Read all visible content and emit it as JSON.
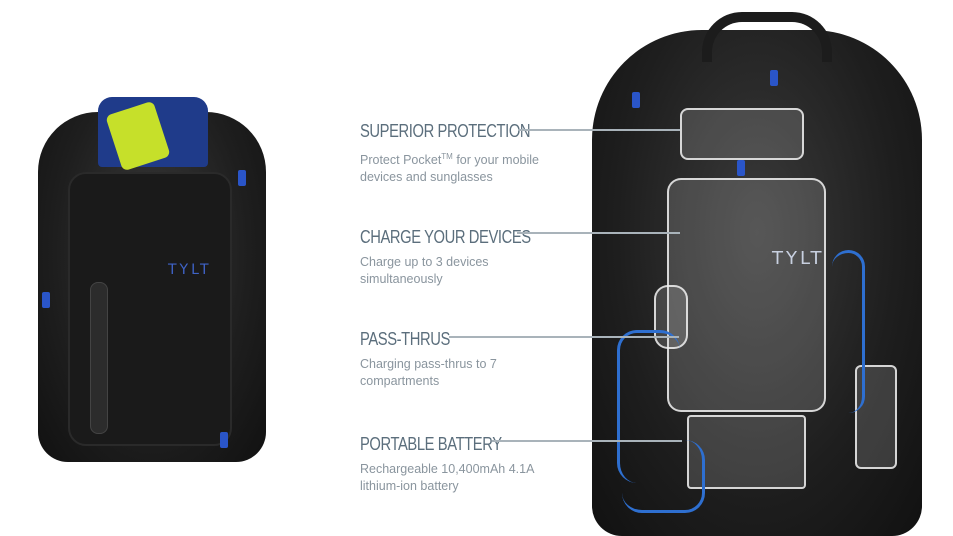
{
  "brand_logo": "TYLT",
  "features": [
    {
      "title": "SUPERIOR PROTECTION",
      "desc_before": "Protect Pocket",
      "desc_sup": "TM",
      "desc_after": " for your mobile devices and sunglasses"
    },
    {
      "title": "CHARGE YOUR DEVICES",
      "desc": "Charge up to 3 devices simultaneously"
    },
    {
      "title": "PASS-THRUS",
      "desc": "Charging pass-thrus to 7 compartments"
    },
    {
      "title": "PORTABLE BATTERY",
      "desc": "Rechargeable 10,400mAh 4.1A lithium-ion battery"
    }
  ],
  "colors": {
    "heading": "#5b6e7c",
    "body": "#8a959e",
    "accent": "#2e6fd0"
  }
}
